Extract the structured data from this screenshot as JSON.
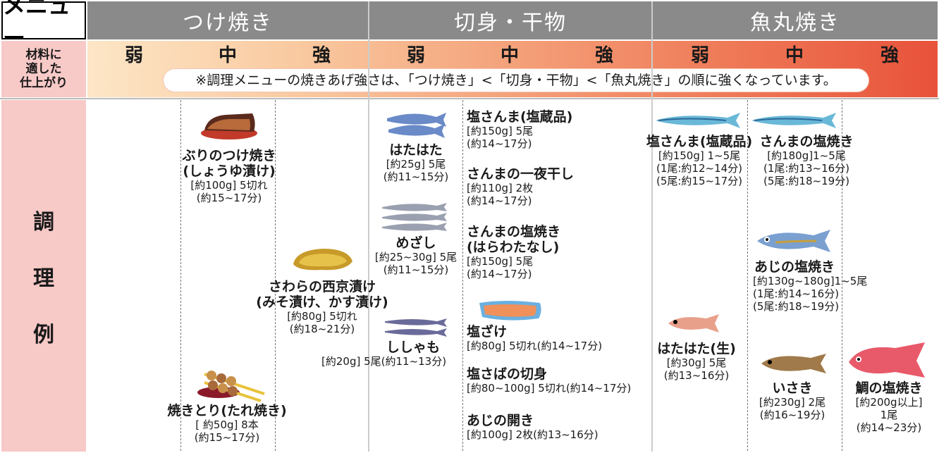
{
  "header": {
    "menu_label": "メニュー",
    "categories": [
      "つけ焼き",
      "切身・干物",
      "魚丸焼き"
    ],
    "row_label_lines": [
      "材料に",
      "適した",
      "仕上がり"
    ],
    "strengths": [
      "弱",
      "中",
      "強",
      "弱",
      "中",
      "強",
      "弱",
      "中",
      "強"
    ],
    "note": "※調理メニューの焼きあげ強さは、「つけ焼き」<「切身・干物」<「魚丸焼き」の順に強くなっています。"
  },
  "side_label": [
    "調",
    "理",
    "例"
  ],
  "items": {
    "buri": {
      "name": [
        "ぶりのつけ焼き",
        "(しょうゆ漬け)"
      ],
      "detail": [
        "[約100g] 5切れ",
        "(約15~17分)"
      ]
    },
    "yakitori": {
      "name": [
        "焼きとり(たれ焼き)"
      ],
      "detail": [
        "[ 約50g] 8本",
        "(約15~17分)"
      ]
    },
    "sawara": {
      "name": [
        "さわらの西京漬け",
        "(みそ漬け、かす漬け)"
      ],
      "detail": [
        "[約80g] 5切れ",
        "(約18~21分)"
      ]
    },
    "hatahata": {
      "name": [
        "はたはた"
      ],
      "detail": [
        "[約25g] 5尾",
        "(約11~15分)"
      ]
    },
    "mezashi": {
      "name": [
        "めざし"
      ],
      "detail": [
        "[約25~30g] 5尾",
        "(約11~15分)"
      ]
    },
    "shishamo": {
      "name": [
        "ししゃも"
      ],
      "detail": [
        "[約20g] 5尾(約11~13分)"
      ]
    },
    "sanma_shiozo": {
      "name": [
        "塩さんま(塩蔵品)"
      ],
      "detail": [
        "[約150g] 5尾",
        "(約14~17分)"
      ]
    },
    "sanma_ichiya": {
      "name": [
        "さんまの一夜干し"
      ],
      "detail": [
        "[約110g] 2枚",
        "(約14~17分)"
      ]
    },
    "sanma_shioyaki_cut": {
      "name": [
        "さんまの塩焼き",
        "(はらわたなし)"
      ],
      "detail": [
        "[約150g] 5尾",
        "(約14~17分)"
      ]
    },
    "shiozake": {
      "name": [
        "塩ざけ"
      ],
      "detail": [
        "[約80g] 5切れ(約14~17分)"
      ]
    },
    "saba": {
      "name": [
        "塩さばの切身"
      ],
      "detail": [
        "[約80~100g] 5切れ(約14~17分)"
      ]
    },
    "aji_hiraki": {
      "name": [
        "あじの開き"
      ],
      "detail": [
        "[約100g] 2枚(約13~16分)"
      ]
    },
    "sanma_shiozo_whole": {
      "name": [
        "塩さんま(塩蔵品)"
      ],
      "detail": [
        "[約150g] 1~5尾",
        "(1尾:約12~14分)",
        "(5尾:約15~17分)"
      ]
    },
    "sanma_shioyaki": {
      "name": [
        "さんまの塩焼き"
      ],
      "detail": [
        "[約180g]1~5尾",
        "(1尾:約13~16分)",
        "(5尾:約18~19分)"
      ]
    },
    "aji_shioyaki": {
      "name": [
        "あじの塩焼き"
      ],
      "detail": [
        "[約130g~180g]1~5尾",
        "(1尾:約14~16分)",
        "(5尾:約18~19分)"
      ]
    },
    "hatahata_nama": {
      "name": [
        "はたはた(生)"
      ],
      "detail": [
        "[約30g] 5尾",
        "(約13~16分)"
      ]
    },
    "isaki": {
      "name": [
        "いさき"
      ],
      "detail": [
        "[約230g] 2尾",
        "(約16~19分)"
      ]
    },
    "tai": {
      "name": [
        "鯛の塩焼き"
      ],
      "detail": [
        "[約200g以上]",
        "1尾",
        "(約14~23分)"
      ]
    }
  },
  "colors": {
    "header_gray": "#8a8a8a",
    "label_pink": "#f7c9c7",
    "gradient_start": "#fde3c4",
    "gradient_end": "#e8523a"
  }
}
